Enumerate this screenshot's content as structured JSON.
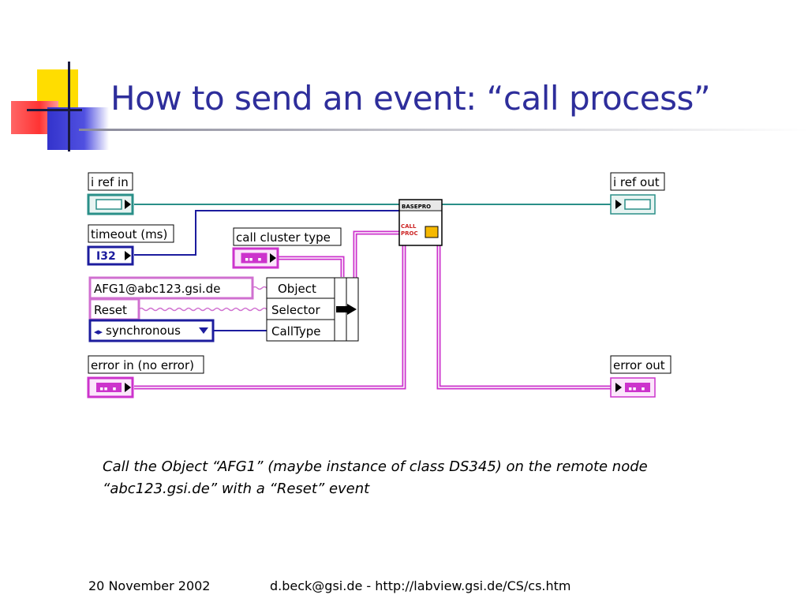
{
  "slide": {
    "title": "How to send an event: “call process”",
    "caption_line1": "Call the Object “AFG1” (maybe instance of class DS345) on the remote node",
    "caption_line2": "“abc123.gsi.de” with a “Reset” event",
    "footer_date": "20 November 2002",
    "footer_contact": "d.beck@gsi.de - http://labview.gsi.de/CS/cs.htm"
  },
  "diagram": {
    "i_ref_in": "i ref in",
    "timeout_label": "timeout (ms)",
    "timeout_type": "I32",
    "call_cluster_type": "call cluster type",
    "object_value": "AFG1@abc123.gsi.de",
    "selector_value": "Reset",
    "calltype_value": "synchronous",
    "field_object": "Object",
    "field_selector": "Selector",
    "field_calltype": "CallType",
    "error_in": "error in (no error)",
    "basepro_title": "BASEPRO",
    "basepro_call": "CALL",
    "basepro_proc": "PROC",
    "i_ref_out": "i ref out",
    "error_out": "error out"
  },
  "colors": {
    "title": "#2e2e9b",
    "refnum_wire": "#2a8f88",
    "integer_wire": "#1c1c9e",
    "cluster_wire": "#cc33cc",
    "string_wire": "#d070d0"
  }
}
